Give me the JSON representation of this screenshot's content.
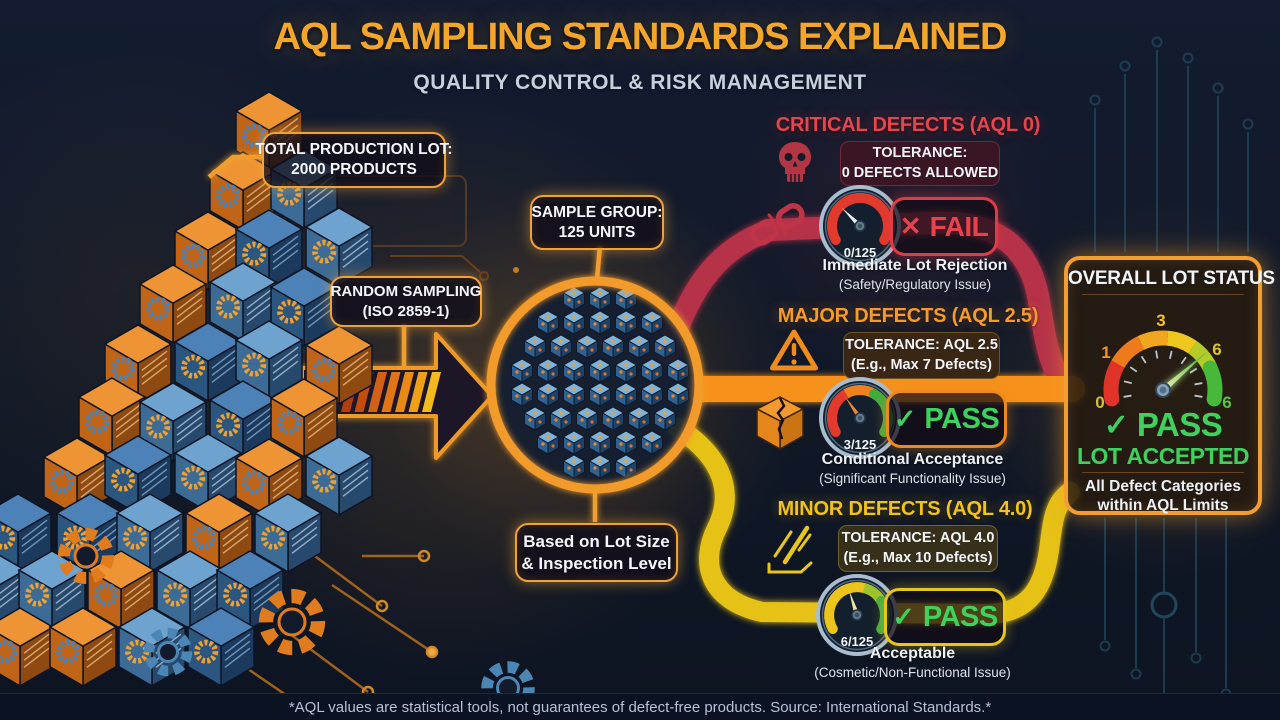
{
  "header": {
    "title": "AQL SAMPLING STANDARDS EXPLAINED",
    "subtitle": "QUALITY CONTROL & RISK MANAGEMENT"
  },
  "flow": {
    "total_lot": {
      "line1": "TOTAL PRODUCTION LOT:",
      "line2": "2000 PRODUCTS"
    },
    "random_sampling": {
      "line1": "RANDOM SAMPLING",
      "line2": "(ISO 2859-1)"
    },
    "sample_group": {
      "line1": "SAMPLE GROUP:",
      "line2": "125 UNITS"
    },
    "sample_note": {
      "line1": "Based on Lot Size",
      "line2": "& Inspection Level"
    }
  },
  "branches": [
    {
      "id": "critical",
      "heading": "CRITICAL DEFECTS (AQL 0)",
      "tolerance1": "TOLERANCE:",
      "tolerance2": "0 DEFECTS ALLOWED",
      "gauge_label": "0/125",
      "status_icon": "✕",
      "status": "FAIL",
      "result1": "Immediate Lot Rejection",
      "result2": "(Safety/Regulatory Issue)"
    },
    {
      "id": "major",
      "heading": "MAJOR DEFECTS (AQL 2.5)",
      "tolerance1": "TOLERANCE: AQL 2.5",
      "tolerance2": "(E.g., Max 7 Defects)",
      "gauge_label": "3/125",
      "status_icon": "✓",
      "status": "PASS",
      "result1": "Conditional Acceptance",
      "result2": "(Significant Functionality Issue)"
    },
    {
      "id": "minor",
      "heading": "MINOR DEFECTS (AQL 4.0)",
      "tolerance1": "TOLERANCE: AQL 4.0",
      "tolerance2": "(E.g., Max 10 Defects)",
      "gauge_label": "6/125",
      "status_icon": "✓",
      "status": "PASS",
      "result1": "Acceptable",
      "result2": "(Cosmetic/Non-Functional Issue)"
    }
  ],
  "overall": {
    "heading": "OVERALL LOT STATUS",
    "ticks": [
      "0",
      "1",
      "3",
      "6",
      "6"
    ],
    "status_icon": "✓",
    "status": "PASS",
    "substatus": "LOT ACCEPTED",
    "note1": "All Defect Categories",
    "note2": "within AQL Limits"
  },
  "footer": "*AQL values are statistical tools, not guarantees of defect-free products. Source: International Standards.*",
  "colors": {
    "accent_orange": "#f2a234",
    "critical_red": "#e8444e",
    "path_red": "#b5304a",
    "major_orange": "#f49b2b",
    "minor_yellow": "#f2c31d",
    "pass_green": "#3ed15e",
    "background_navy": "#101827"
  },
  "icons": {
    "fail_cross": "✕",
    "pass_check": "✓"
  }
}
